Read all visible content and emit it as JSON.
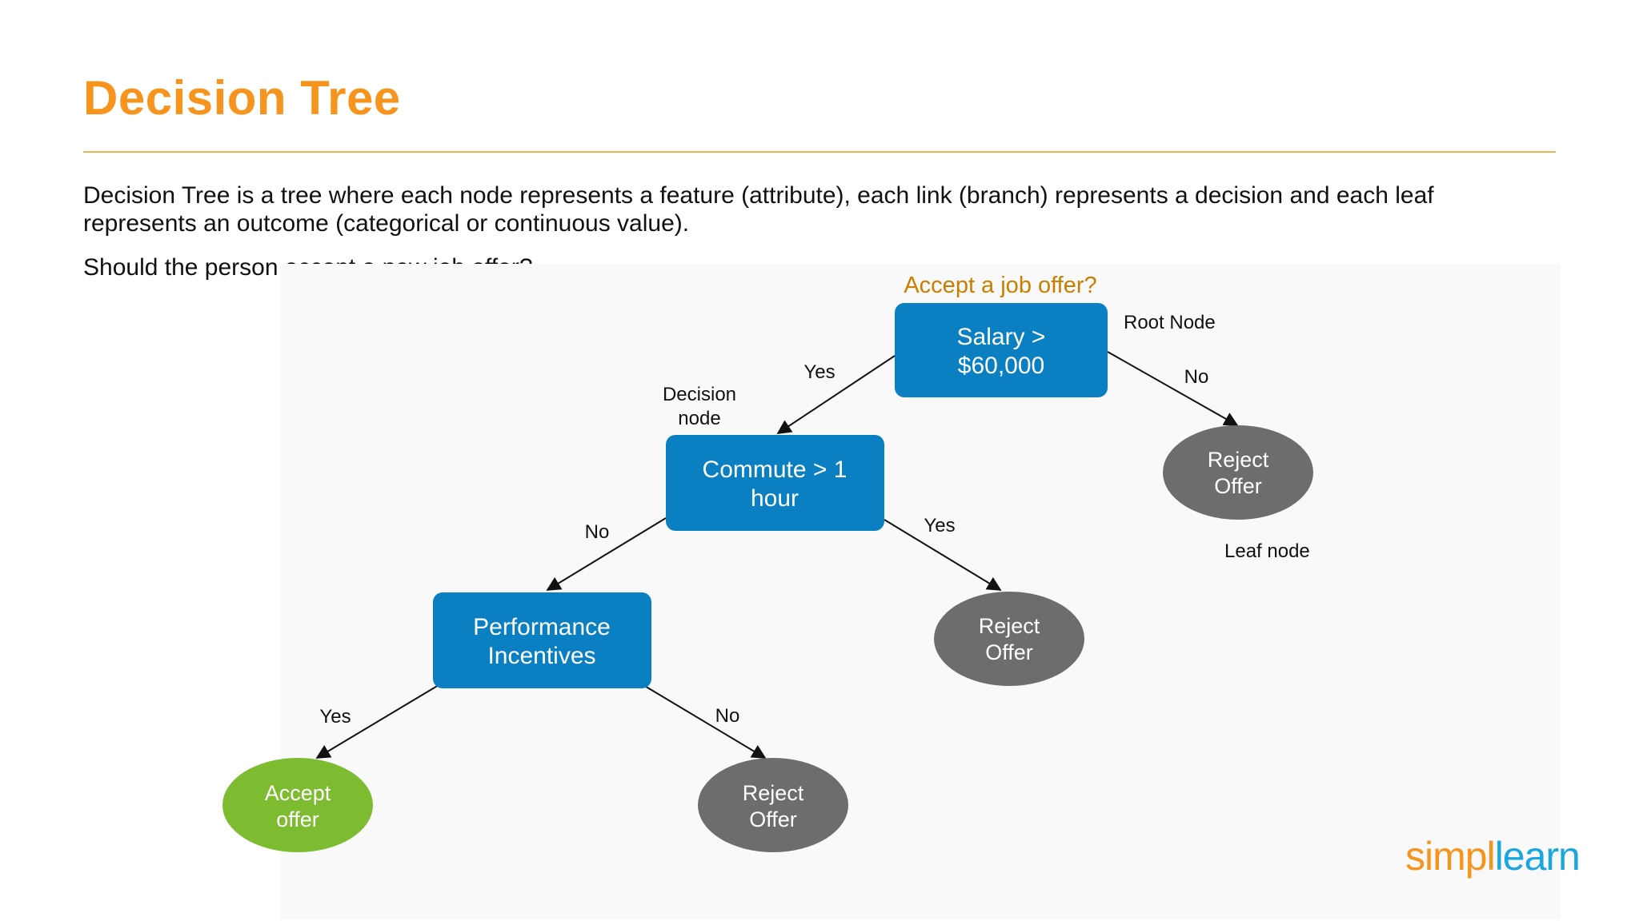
{
  "colors": {
    "accent": "#f7941d",
    "top_bar": [
      "#f5a623",
      "#f07a2e",
      "#12a454",
      "#1296db"
    ],
    "decision_node": "#0a7fc2",
    "reject_leaf": "#6d6d6d",
    "accept_leaf": "#7dbb30",
    "question_label": "#c97e00"
  },
  "slide": {
    "title": "Decision Tree",
    "description_line1": "Decision Tree is a tree where each node represents a feature (attribute), each link (branch) represents a decision and each leaf",
    "description_line2": "represents an outcome (categorical or continuous value).",
    "question": "Should the person accept a new job offer?"
  },
  "diagram": {
    "heading": "Accept a job offer?",
    "annotations": {
      "root": "Root Node",
      "decision_line1": "Decision",
      "decision_line2": "node",
      "leaf": "Leaf node"
    },
    "nodes": {
      "salary": [
        "Salary >",
        "$60,000"
      ],
      "commute": [
        "Commute > 1",
        "hour"
      ],
      "performance": [
        "Performance",
        "Incentives"
      ],
      "reject_top": [
        "Reject",
        "Offer"
      ],
      "reject_mid": [
        "Reject",
        "Offer"
      ],
      "reject_bottom": [
        "Reject",
        "Offer"
      ],
      "accept": [
        "Accept",
        "offer"
      ]
    },
    "edge_labels": {
      "salary_yes": "Yes",
      "salary_no": "No",
      "commute_no": "No",
      "commute_yes": "Yes",
      "performance_yes": "Yes",
      "performance_no": "No"
    }
  },
  "logo": {
    "part1": "simpl",
    "part2": "learn"
  }
}
